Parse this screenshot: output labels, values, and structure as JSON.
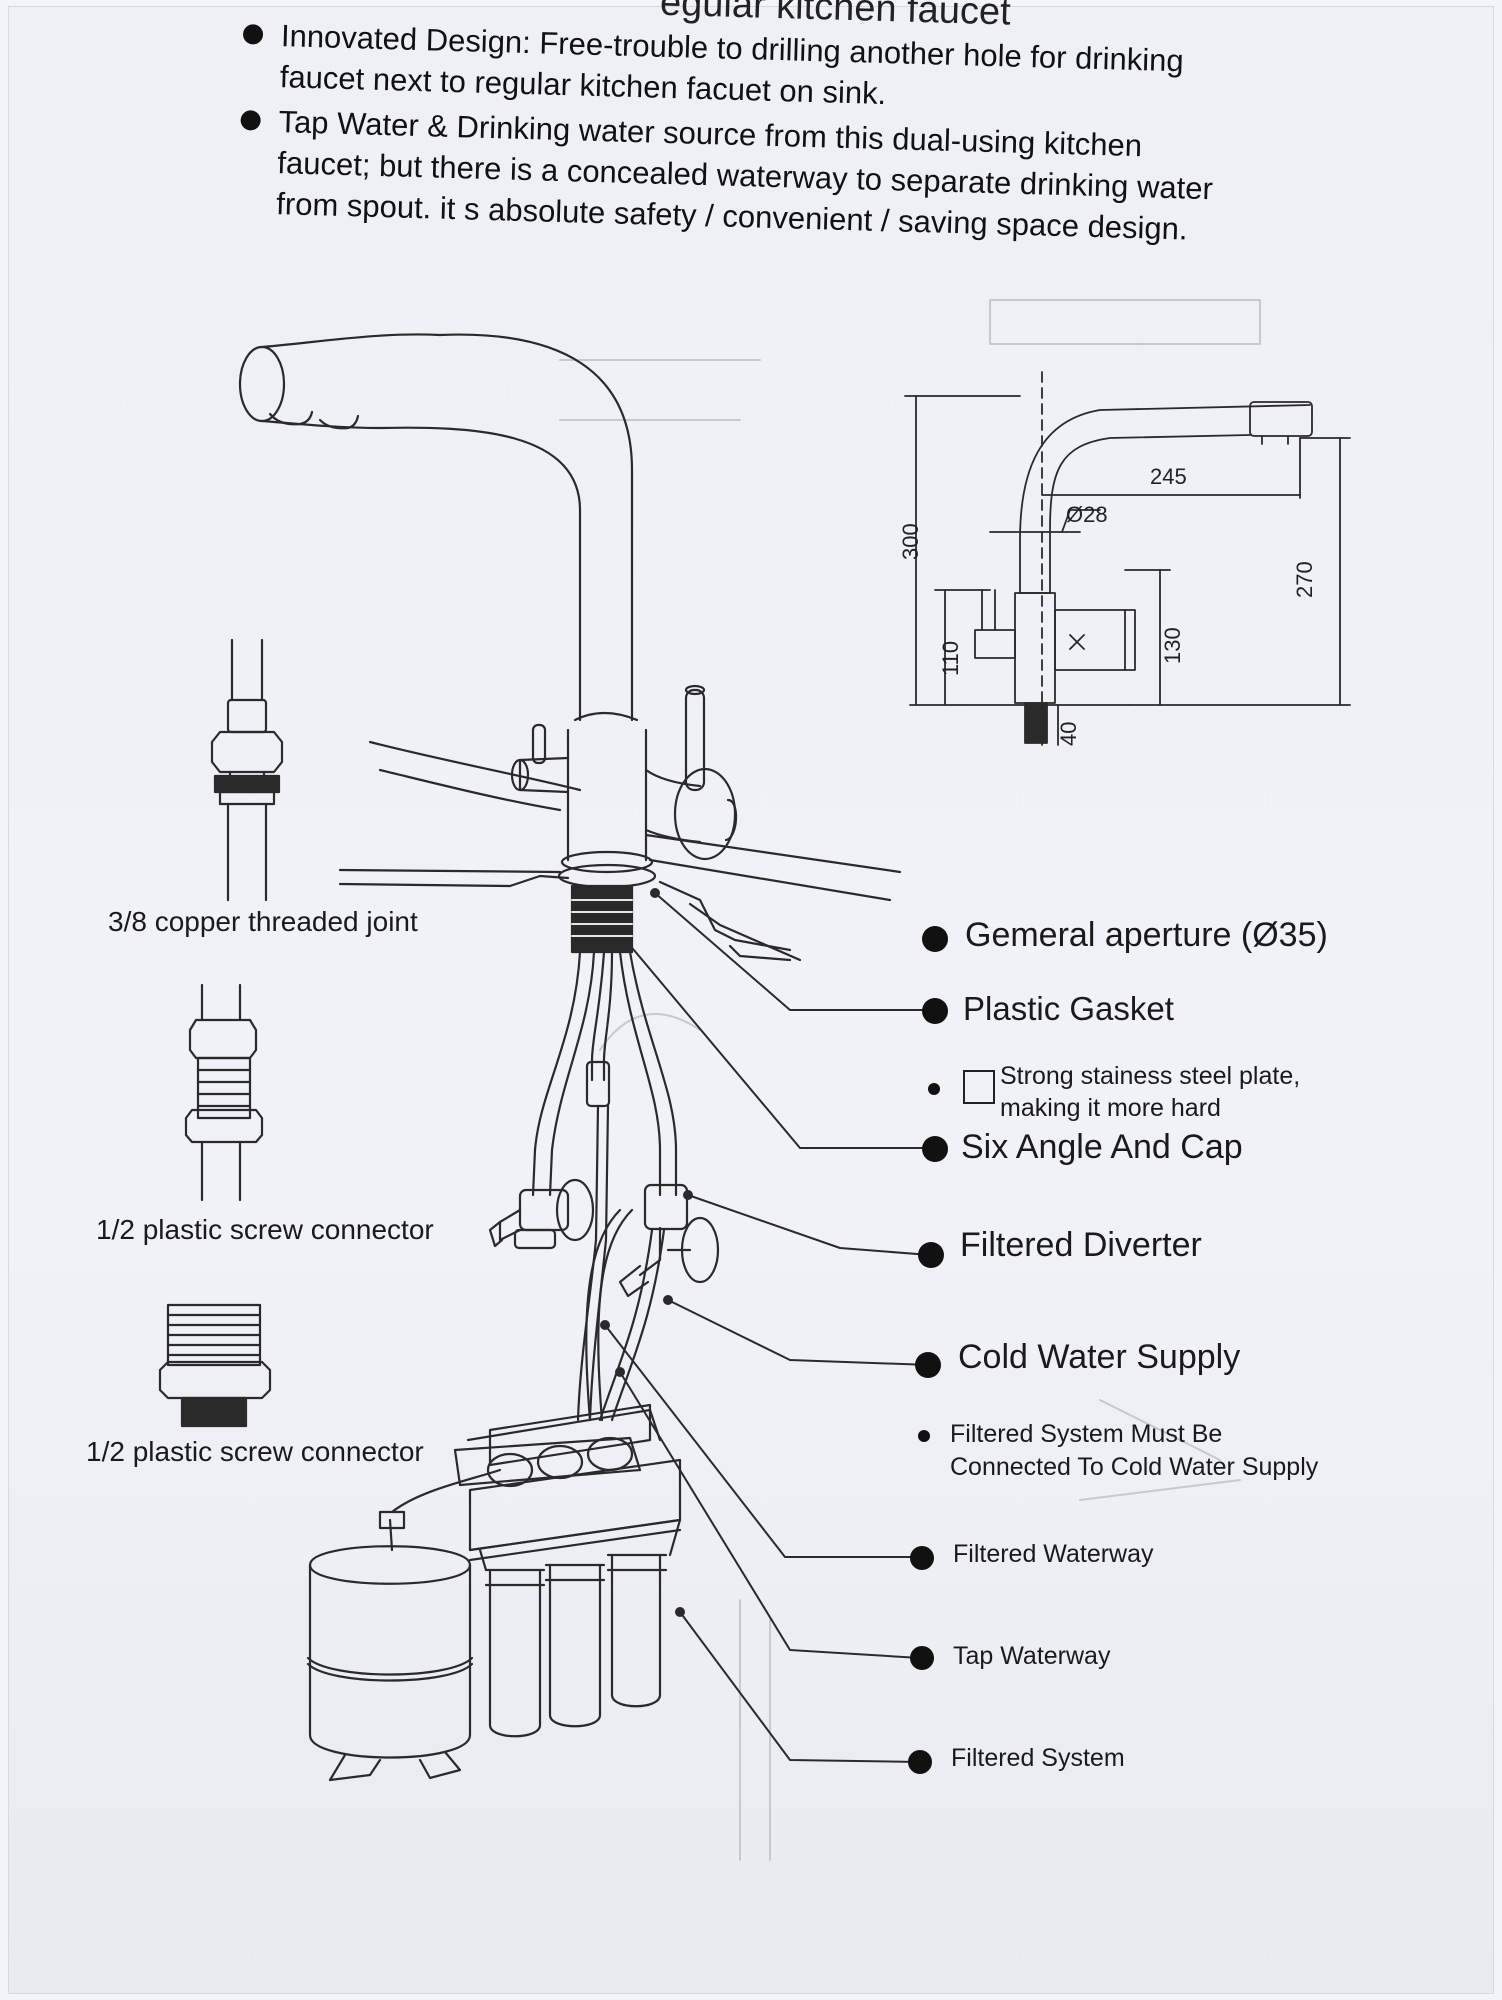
{
  "header": {
    "title_fragment": "egular kitchen faucet",
    "bullets": [
      "Innovated Design: Free-trouble to drilling another hole for drinking faucet next to regular kitchen facuet on sink.",
      "Tap Water & Drinking water source from this dual-using kitchen faucet; but there is a concealed waterway to separate drinking water from spout. it s absolute safety / convenient / saving space design."
    ]
  },
  "connectors": {
    "copper_joint": "3/8 copper threaded joint",
    "plastic_screw_1": "1/2 plastic screw connector",
    "plastic_screw_2": "1/2 plastic screw connector"
  },
  "dimensions": {
    "height_total": "300",
    "reach": "245",
    "pipe_diameter": "Ø28",
    "spout_height": "270",
    "base_height": "110",
    "handle_height": "130",
    "shank_length": "40"
  },
  "callouts": {
    "general_aperture": "Gemeral aperture (Ø35)",
    "plastic_gasket": "Plastic Gasket",
    "steel_plate": "Strong stainess steel plate, making it more hard",
    "six_angle_cap": "Six Angle And Cap",
    "filtered_diverter": "Filtered Diverter",
    "cold_water_supply": "Cold Water Supply",
    "filtered_system_note": "Filtered System Must Be Connected To Cold Water Supply",
    "filtered_waterway": "Filtered Waterway",
    "tap_waterway": "Tap Waterway",
    "filtered_system": "Filtered System"
  }
}
